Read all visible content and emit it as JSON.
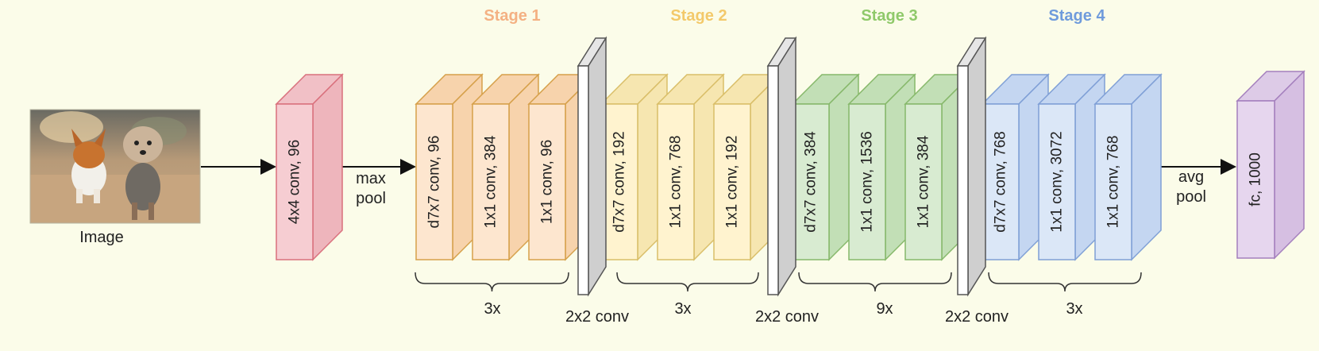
{
  "stages": [
    {
      "title": "Stage 1",
      "color": "#f4b183",
      "repeat": "3x",
      "layers": [
        "d7x7 conv, 96",
        "1x1 conv, 384",
        "1x1 conv, 96"
      ],
      "fill": "#fde6cf",
      "side": "#f7d3ac",
      "stroke": "#d6a04a"
    },
    {
      "title": "Stage 2",
      "color": "#f3c96a",
      "repeat": "3x",
      "layers": [
        "d7x7 conv, 192",
        "1x1 conv, 768",
        "1x1 conv, 192"
      ],
      "fill": "#fff3cf",
      "side": "#f6e6b0",
      "stroke": "#d9be68"
    },
    {
      "title": "Stage 3",
      "color": "#8fc96a",
      "repeat": "9x",
      "layers": [
        "d7x7 conv, 384",
        "1x1 conv, 1536",
        "1x1 conv, 384"
      ],
      "fill": "#d8ebd1",
      "side": "#c2dfb6",
      "stroke": "#86b86a"
    },
    {
      "title": "Stage 4",
      "color": "#6f9bdc",
      "repeat": "3x",
      "layers": [
        "d7x7 conv, 768",
        "1x1 conv, 3072",
        "1x1 conv, 768"
      ],
      "fill": "#dbe7f7",
      "side": "#c4d6f1",
      "stroke": "#7f9fd6"
    }
  ],
  "image_label": "Image",
  "stem_label": "4x4 conv, 96",
  "max_pool": [
    "max",
    "pool"
  ],
  "avg_pool": [
    "avg",
    "pool"
  ],
  "fc_label": "fc, 1000",
  "downsample_label": "2x2 conv"
}
